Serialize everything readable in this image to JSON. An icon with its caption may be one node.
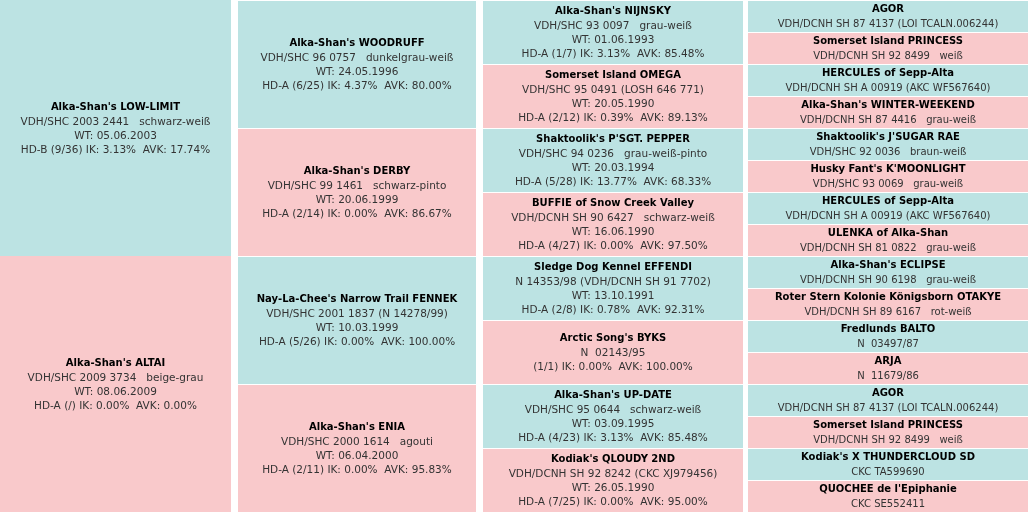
{
  "diagram": {
    "nodes": [
      {
        "text": [
          "Alka-Shan's LOW-LIMIT",
          "VDH/SHC 2003 2441   schwarz-weiß",
          "WT: 05.06.2003",
          "HD-B (9/36) IK: 3.13%  AVK: 17.74%"
        ]
      },
      {
        "text": [
          "Alka-Shan's ALTAI",
          "VDH/SHC 2009 3734   beige-grau",
          "WT: 08.06.2009",
          "HD-A (/) IK: 0.00%  AVK: 0.00%"
        ]
      },
      {
        "text": [
          "Alka-Shan's WOODRUFF",
          "VDH/SHC 96 0757   dunkelgrau-weiß",
          "WT: 24.05.1996",
          "HD-A (6/25) IK: 4.37%  AVK: 80.00%"
        ]
      },
      {
        "text": [
          "Alka-Shan's DERBY",
          "VDH/SHC 99 1461   schwarz-pinto",
          "WT: 20.06.1999",
          "HD-A (2/14) IK: 0.00%  AVK: 86.67%"
        ]
      },
      {
        "text": [
          "Nay-La-Chee's Narrow Trail FENNEK",
          "VDH/SHC 2001 1837 (N 14278/99)",
          "WT: 10.03.1999",
          "HD-A (5/26) IK: 0.00%  AVK: 100.00%"
        ]
      },
      {
        "text": [
          "Alka-Shan's ENIA",
          "VDH/SHC 2000 1614   agouti",
          "WT: 06.04.2000",
          "HD-A (2/11) IK: 0.00%  AVK: 95.83%"
        ]
      },
      {
        "text": [
          "Alka-Shan's NIJNSKY",
          "VDH/SHC 93 0097   grau-weiß",
          "WT: 01.06.1993",
          "HD-A (1/7) IK: 3.13%  AVK: 85.48%"
        ]
      },
      {
        "text": [
          "Somerset Island OMEGA",
          "VDH/SHC 95 0491 (LOSH 646 771)",
          "WT: 20.05.1990",
          "HD-A (2/12) IK: 0.39%  AVK: 89.13%"
        ]
      },
      {
        "text": [
          "Shaktoolik's P'SGT. PEPPER",
          "VDH/SHC 94 0236   grau-weiß-pinto",
          "WT: 20.03.1994",
          "HD-A (5/28) IK: 13.77%  AVK: 68.33%"
        ]
      },
      {
        "text": [
          "BUFFIE of Snow Creek Valley",
          "VDH/DCNH SH 90 6427   schwarz-weiß",
          "WT: 16.06.1990",
          "HD-A (4/27) IK: 0.00%  AVK: 97.50%"
        ]
      },
      {
        "text": [
          "Sledge Dog Kennel EFFENDI",
          "N 14353/98 (VDH/DCNH SH 91 7702)",
          "WT: 13.10.1991",
          "HD-A (2/8) IK: 0.78%  AVK: 92.31%"
        ]
      },
      {
        "text": [
          "Arctic Song's BYKS",
          "N  02143/95",
          "(1/1) IK: 0.00%  AVK: 100.00%"
        ]
      },
      {
        "text": [
          "Alka-Shan's UP-DATE",
          "VDH/SHC 95 0644   schwarz-weiß",
          "WT: 03.09.1995",
          "HD-A (4/23) IK: 3.13%  AVK: 85.48%"
        ]
      },
      {
        "text": [
          "Kodiak's QLOUDY 2ND",
          "VDH/DCNH SH 92 8242 (CKC XJ979456)",
          "WT: 26.05.1990",
          "HD-A (7/25) IK: 0.00%  AVK: 95.00%"
        ]
      },
      {
        "text": [
          "AGOR",
          "VDH/DCNH SH 87 4137 (LOI TCALN.006244)"
        ]
      },
      {
        "text": [
          "Somerset Island PRINCESS",
          "VDH/DCNH SH 92 8499   weiß"
        ]
      },
      {
        "text": [
          "HERCULES of Sepp-Alta",
          "VDH/DCNH SH A 00919 (AKC WF567640)"
        ]
      },
      {
        "text": [
          "Alka-Shan's WINTER-WEEKEND",
          "VDH/DCNH SH 87 4416   grau-weiß"
        ]
      },
      {
        "text": [
          "Shaktoolik's J'SUGAR RAE",
          "VDH/SHC 92 0036   braun-weiß"
        ]
      },
      {
        "text": [
          "Husky Fant's K'MOONLIGHT",
          "VDH/SHC 93 0069   grau-weiß"
        ]
      },
      {
        "text": [
          "HERCULES of Sepp-Alta",
          "VDH/DCNH SH A 00919 (AKC WF567640)"
        ]
      },
      {
        "text": [
          "ULENKA of Alka-Shan",
          "VDH/DCNH SH 81 0822   grau-weiß"
        ]
      },
      {
        "text": [
          "Alka-Shan's ECLIPSE",
          "VDH/DCNH SH 90 6198   grau-weiß"
        ]
      },
      {
        "text": [
          "Roter Stern Kolonie Königsborn OTAKYE",
          "VDH/DCNH SH 89 6167   rot-weiß"
        ]
      },
      {
        "text": [
          "Fredlunds BALTO",
          "N  03497/87"
        ]
      },
      {
        "text": [
          "ARJA",
          "N  11679/86"
        ]
      },
      {
        "text": [
          "AGOR",
          "VDH/DCNH SH 87 4137 (LOI TCALN.006244)"
        ]
      },
      {
        "text": [
          "Somerset Island PRINCESS",
          "VDH/DCNH SH 92 8499   weiß"
        ]
      },
      {
        "text": [
          "Kodiak's X THUNDERCLOUD SD",
          "CKC TA599690"
        ]
      },
      {
        "text": [
          "QUOCHEE de l'Epiphanie",
          "CKC SE552411"
        ]
      }
    ]
  }
}
